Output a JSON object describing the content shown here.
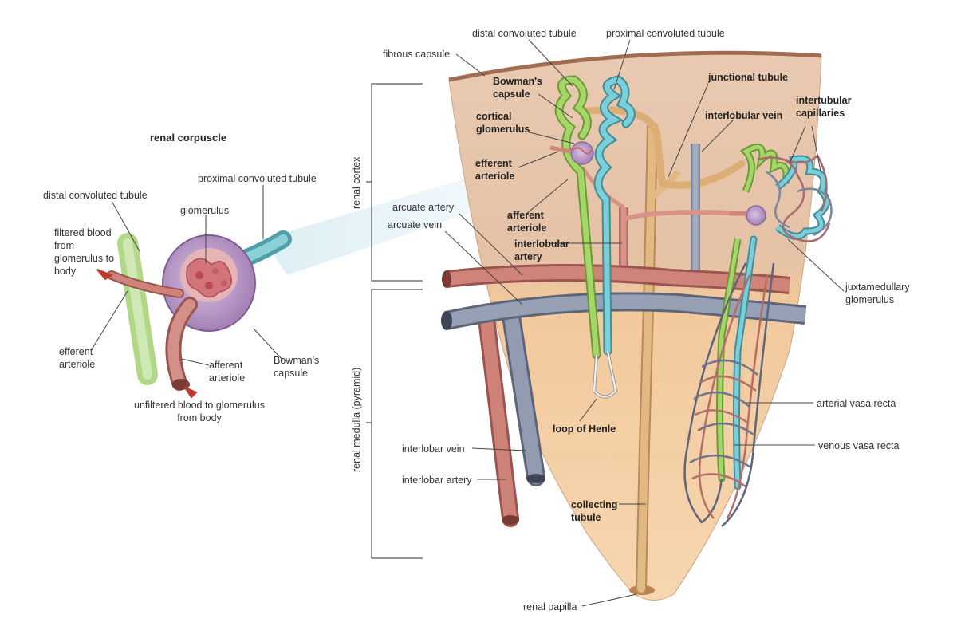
{
  "colors": {
    "artery": "#c87a72",
    "artery_dark": "#8e4a44",
    "vein": "#8a93a8",
    "vein_dark": "#5d6478",
    "tubule_green": "#9ccc5a",
    "tubule_blue": "#6fc3cf",
    "collecting": "#d9b07a",
    "cortex": "#ead2bd",
    "medulla": "#f0c79d",
    "capsule_purple": "#b99ac8"
  },
  "corpuscle": {
    "title": "renal corpuscle",
    "labels": {
      "distal_convoluted_tubule": "distal convoluted tubule",
      "proximal_convoluted_tubule": "proximal convoluted tubule",
      "glomerulus": "glomerulus",
      "filtered_blood": "filtered blood from glomerulus to body",
      "efferent_arteriole": "efferent arteriole",
      "afferent_arteriole": "afferent arteriole",
      "bowmans_capsule": "Bowman's capsule",
      "unfiltered_blood": "unfiltered blood to glomerulus from body"
    }
  },
  "nephron": {
    "regions": {
      "renal_cortex": "renal cortex",
      "renal_medulla": "renal medulla (pyramid)"
    },
    "labels": {
      "fibrous_capsule": "fibrous capsule",
      "distal_convoluted_tubule": "distal convoluted tubule",
      "proximal_convoluted_tubule": "proximal convoluted tubule",
      "bowmans_capsule": "Bowman's capsule",
      "cortical_glomerulus": "cortical glomerulus",
      "efferent_arteriole": "efferent arteriole",
      "afferent_arteriole": "afferent arteriole",
      "interlobular_artery": "interlobular artery",
      "junctional_tubule": "junctional tubule",
      "interlobular_vein": "interlobular vein",
      "intertubular_capillaries": "intertubular capillaries",
      "arcuate_artery": "arcuate artery",
      "arcuate_vein": "arcuate vein",
      "juxtamedullary_glomerulus": "juxtamedullary glomerulus",
      "arterial_vasa_recta": "arterial vasa recta",
      "venous_vasa_recta": "venous vasa recta",
      "loop_of_henle": "loop of Henle",
      "interlobar_vein": "interlobar vein",
      "interlobar_artery": "interlobar artery",
      "collecting_tubule": "collecting tubule",
      "renal_papilla": "renal papilla"
    }
  }
}
